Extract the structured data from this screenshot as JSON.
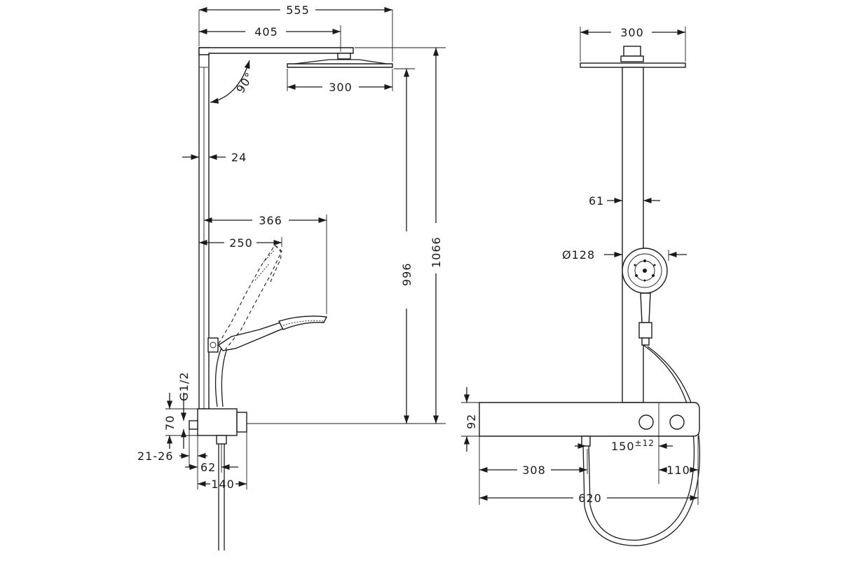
{
  "side_view": {
    "dims": {
      "total_reach": "555",
      "arm_length": "405",
      "head_width": "300",
      "angle": "90°",
      "rail_depth": "24",
      "handshower_reach_max": "366",
      "handshower_reach_min": "250",
      "thread": "G1/2",
      "height_outlet": "996",
      "height_total": "1066",
      "mixer_height": "70",
      "wall_offset": "21-26",
      "depth_outlet": "62",
      "depth_mixer": "140"
    }
  },
  "front_view": {
    "dims": {
      "head_width": "300",
      "pipe_diameter": "61",
      "handshower_diameter": "Ø128",
      "shelf_height": "92",
      "valve_spacing": "150",
      "valve_spacing_tolerance": "±12",
      "edge_to_outlet": "308",
      "edge_to_valve": "110",
      "shelf_width": "620"
    }
  }
}
